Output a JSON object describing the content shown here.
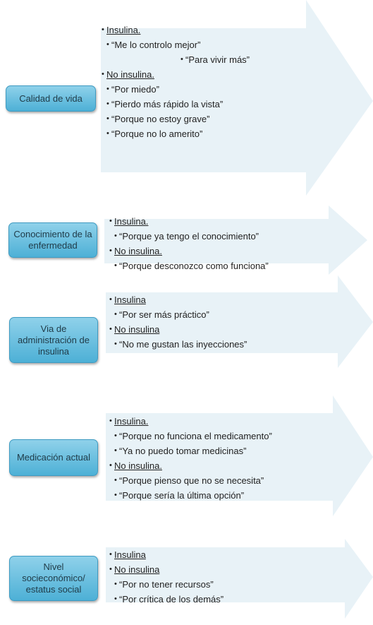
{
  "sections": [
    {
      "title": "Calidad de vida",
      "items": [
        {
          "text": "Insulina.",
          "kind": "head"
        },
        {
          "text": "“Me lo controlo mejor”",
          "kind": "sub"
        },
        {
          "text": "“Para vivir más”",
          "kind": "sub"
        },
        {
          "text": "No insulina.",
          "kind": "head"
        },
        {
          "text": "“Por miedo”",
          "kind": "sub"
        },
        {
          "text": "“Pierdo más rápido la vista”",
          "kind": "sub"
        },
        {
          "text": "“Porque no estoy grave”",
          "kind": "sub"
        },
        {
          "text": "“Porque no lo amerito”",
          "kind": "sub"
        }
      ]
    },
    {
      "title": "Conocimiento de la enfermedad",
      "items": [
        {
          "text": "Insulina.",
          "kind": "head"
        },
        {
          "text": "“Porque ya tengo el conocimiento”",
          "kind": "sub"
        },
        {
          "text": "No insulina.",
          "kind": "head"
        },
        {
          "text": "“Porque desconozco como funciona”",
          "kind": "sub"
        }
      ]
    },
    {
      "title": "Via de administración de insulina",
      "items": [
        {
          "text": "Insulina",
          "kind": "head"
        },
        {
          "text": "“Por ser más práctico”",
          "kind": "sub"
        },
        {
          "text": "No insulina",
          "kind": "head"
        },
        {
          "text": "“No me gustan las inyecciones”",
          "kind": "sub"
        }
      ]
    },
    {
      "title": "Medicación actual",
      "items": [
        {
          "text": "Insulina.",
          "kind": "head"
        },
        {
          "text": "“Porque no funciona el medicamento”",
          "kind": "sub"
        },
        {
          "text": "“Ya no puedo tomar medicinas”",
          "kind": "sub"
        },
        {
          "text": "No insulina.",
          "kind": "head"
        },
        {
          "text": "“Porque pienso que no se necesita”",
          "kind": "sub"
        },
        {
          "text": "“Porque sería la última opción”",
          "kind": "sub"
        }
      ]
    },
    {
      "title": "Nivel socieconómico/ estatus social",
      "items": [
        {
          "text": "Insulina",
          "kind": "head"
        },
        {
          "text": "No insulina",
          "kind": "head"
        },
        {
          "text": "“Por no tener recursos”",
          "kind": "sub"
        },
        {
          "text": "“Por crítica de los demás”",
          "kind": "sub"
        }
      ]
    }
  ]
}
